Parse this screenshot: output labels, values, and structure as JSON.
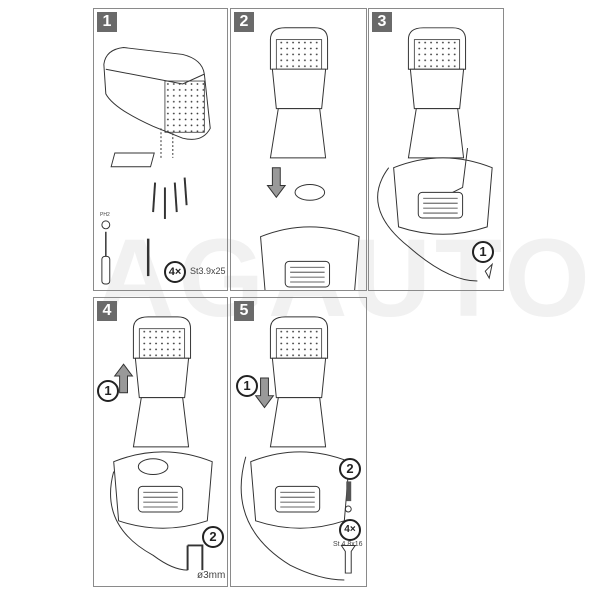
{
  "watermark": "AGAUTO",
  "steps": [
    {
      "number": "1",
      "count": "4×",
      "screw_spec": "St3.9x25",
      "bit_label": "PH2"
    },
    {
      "number": "2"
    },
    {
      "number": "3",
      "substep": "1"
    },
    {
      "number": "4",
      "substep_a": "1",
      "substep_b": "2",
      "drill_size": "ø3mm"
    },
    {
      "number": "5",
      "substep_a": "1",
      "substep_b": "2",
      "count": "4×",
      "screw_spec": "St 4.8x16"
    }
  ],
  "colors": {
    "border": "#8a8a8a",
    "badge": "#6a6a6a",
    "line": "#333333"
  }
}
